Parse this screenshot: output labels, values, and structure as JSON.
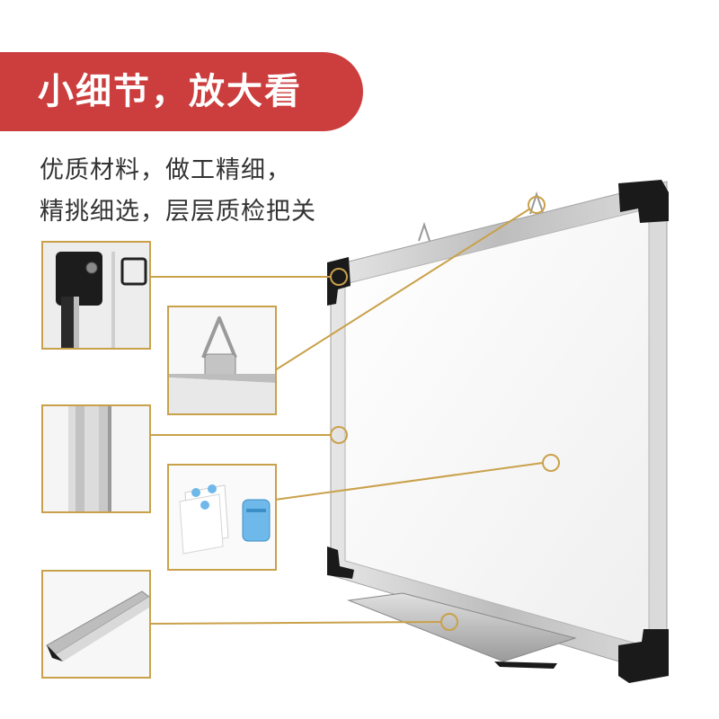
{
  "banner": {
    "title": "小细节，放大看"
  },
  "description": {
    "line1": "优质材料，做工精细，",
    "line2": "精挑细选，层层质检把关"
  },
  "colors": {
    "banner": "#cc3d3d",
    "accent_line": "#c9a14a",
    "frame": "#c8c8c8",
    "corner": "#1a1a1a",
    "eraser": "#6fb8ea"
  },
  "icons": [
    "corner-cap-icon",
    "hanging-hook-icon",
    "aluminum-frame-icon",
    "magnets-eraser-icon",
    "pen-tray-icon"
  ]
}
